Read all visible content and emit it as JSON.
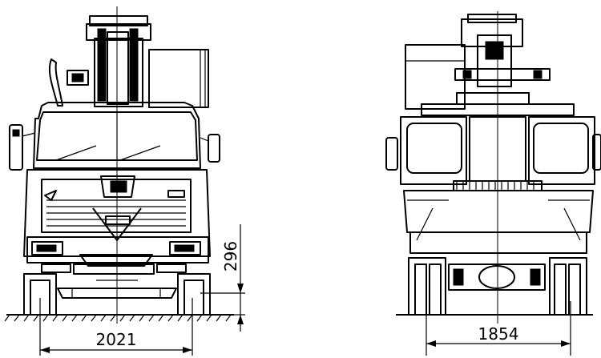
{
  "drawing": {
    "front_view": {
      "track_width_label": "2021",
      "ground_clearance_label": "296"
    },
    "rear_view": {
      "track_width_label": "1854"
    }
  }
}
